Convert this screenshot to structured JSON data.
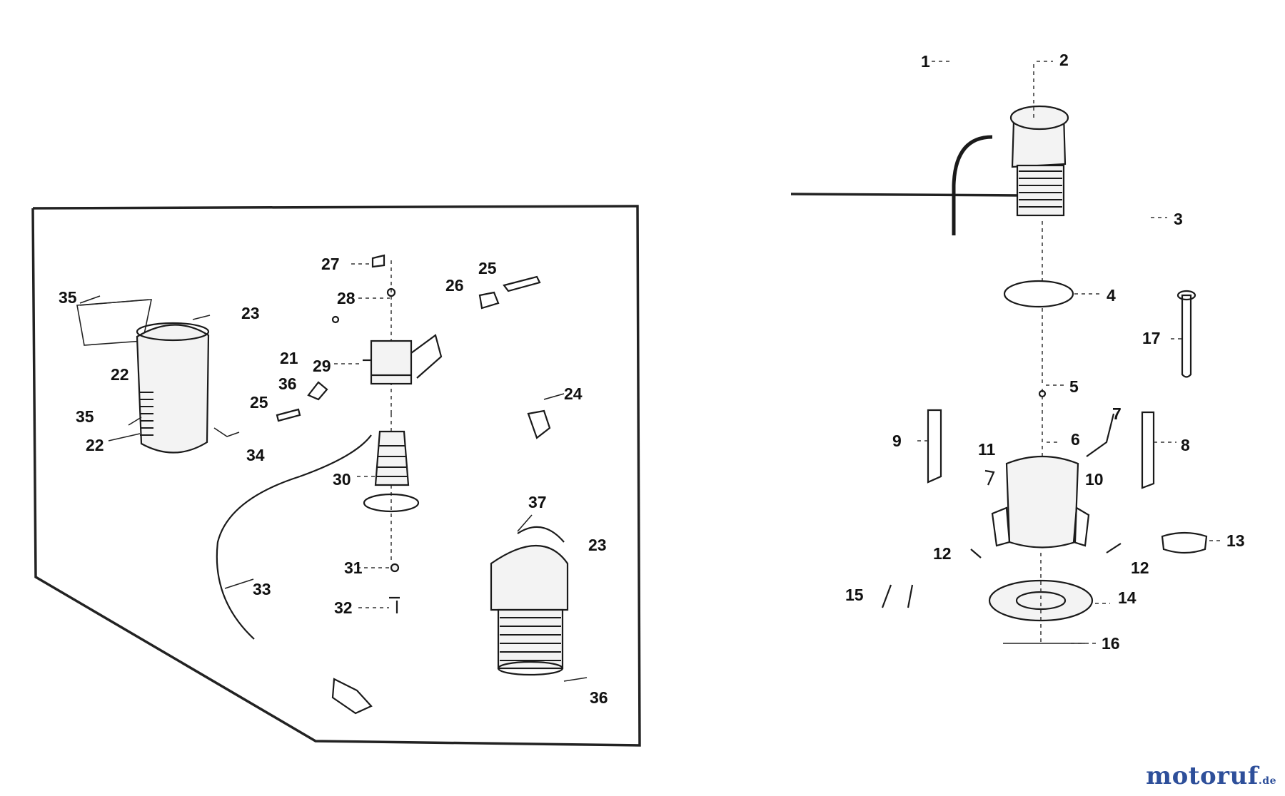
{
  "watermark": {
    "part1": "motoruf",
    "part2": ".de"
  },
  "colors": {
    "ink": "#111111",
    "brand_blue": "#2e4f9a",
    "brand_orange": "#e07b20"
  },
  "left_inset_labels": [
    {
      "n": "27"
    },
    {
      "n": "28"
    },
    {
      "n": "25"
    },
    {
      "n": "26"
    },
    {
      "n": "35"
    },
    {
      "n": "23"
    },
    {
      "n": "21"
    },
    {
      "n": "29"
    },
    {
      "n": "22"
    },
    {
      "n": "36"
    },
    {
      "n": "25"
    },
    {
      "n": "35"
    },
    {
      "n": "22"
    },
    {
      "n": "34"
    },
    {
      "n": "24"
    },
    {
      "n": "30"
    },
    {
      "n": "37"
    },
    {
      "n": "23"
    },
    {
      "n": "31"
    },
    {
      "n": "33"
    },
    {
      "n": "32"
    },
    {
      "n": "36"
    }
  ],
  "right_labels": [
    {
      "n": "1"
    },
    {
      "n": "2"
    },
    {
      "n": "3"
    },
    {
      "n": "4"
    },
    {
      "n": "17"
    },
    {
      "n": "5"
    },
    {
      "n": "7"
    },
    {
      "n": "9"
    },
    {
      "n": "6"
    },
    {
      "n": "8"
    },
    {
      "n": "11"
    },
    {
      "n": "10"
    },
    {
      "n": "13"
    },
    {
      "n": "12"
    },
    {
      "n": "12"
    },
    {
      "n": "15"
    },
    {
      "n": "14"
    },
    {
      "n": "16"
    }
  ]
}
